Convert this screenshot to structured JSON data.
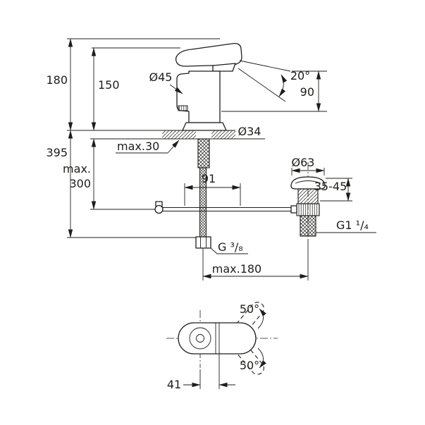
{
  "drawing": {
    "kind": "technical-dimension-drawing",
    "subject": "single-lever basin mixer with pop-up waste",
    "line_color": "#1d1d1b",
    "background_color": "#ffffff"
  },
  "labels": {
    "d180": "180",
    "d150": "150",
    "d395": "395",
    "max300_line1": "max.",
    "max300_line2": "300",
    "dia45": "Ø45",
    "angle20": "20°",
    "d90": "90",
    "dia34": "Ø34",
    "max30": "max.30",
    "d91": "91",
    "dia63": "Ø63",
    "range3545": "35-45",
    "thread_waste": "G1 ¹/₄",
    "thread_supply": "G ³/₈",
    "max180": "max.180",
    "swivel_top": "50°",
    "swivel_bottom": "50°",
    "d41": "41"
  }
}
